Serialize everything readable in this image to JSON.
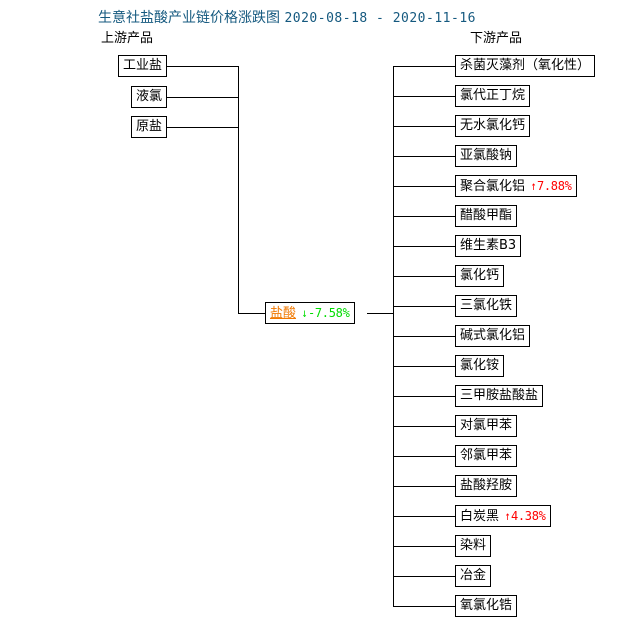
{
  "title": {
    "text": "生意社盐酸产业链价格涨跌图",
    "date_range": "2020-08-18 - 2020-11-16",
    "color": "#15597f"
  },
  "headers": {
    "upstream": "上游产品",
    "downstream": "下游产品"
  },
  "colors": {
    "up": "#ff0000",
    "down": "#00dd00",
    "center_name": "#f07800",
    "line": "#000000",
    "text": "#000000"
  },
  "center": {
    "name": "盐酸",
    "change": "-7.58%",
    "direction": "down",
    "arrow": "↓"
  },
  "upstream": [
    {
      "name": "工业盐"
    },
    {
      "name": "液氯"
    },
    {
      "name": "原盐"
    }
  ],
  "downstream": [
    {
      "name": "杀菌灭藻剂（氧化性）"
    },
    {
      "name": "氯代正丁烷"
    },
    {
      "name": "无水氯化钙"
    },
    {
      "name": "亚氯酸钠"
    },
    {
      "name": "聚合氯化铝",
      "change": "7.88%",
      "direction": "up",
      "arrow": "↑"
    },
    {
      "name": "醋酸甲酯"
    },
    {
      "name": "维生素B3"
    },
    {
      "name": "氯化钙"
    },
    {
      "name": "三氯化铁"
    },
    {
      "name": "碱式氯化铝"
    },
    {
      "name": "氯化铵"
    },
    {
      "name": "三甲胺盐酸盐"
    },
    {
      "name": "对氯甲苯"
    },
    {
      "name": "邻氯甲苯"
    },
    {
      "name": "盐酸羟胺"
    },
    {
      "name": "白炭黑",
      "change": "4.38%",
      "direction": "up",
      "arrow": "↑"
    },
    {
      "name": "染料"
    },
    {
      "name": "冶金"
    },
    {
      "name": "氧氯化锆"
    }
  ]
}
